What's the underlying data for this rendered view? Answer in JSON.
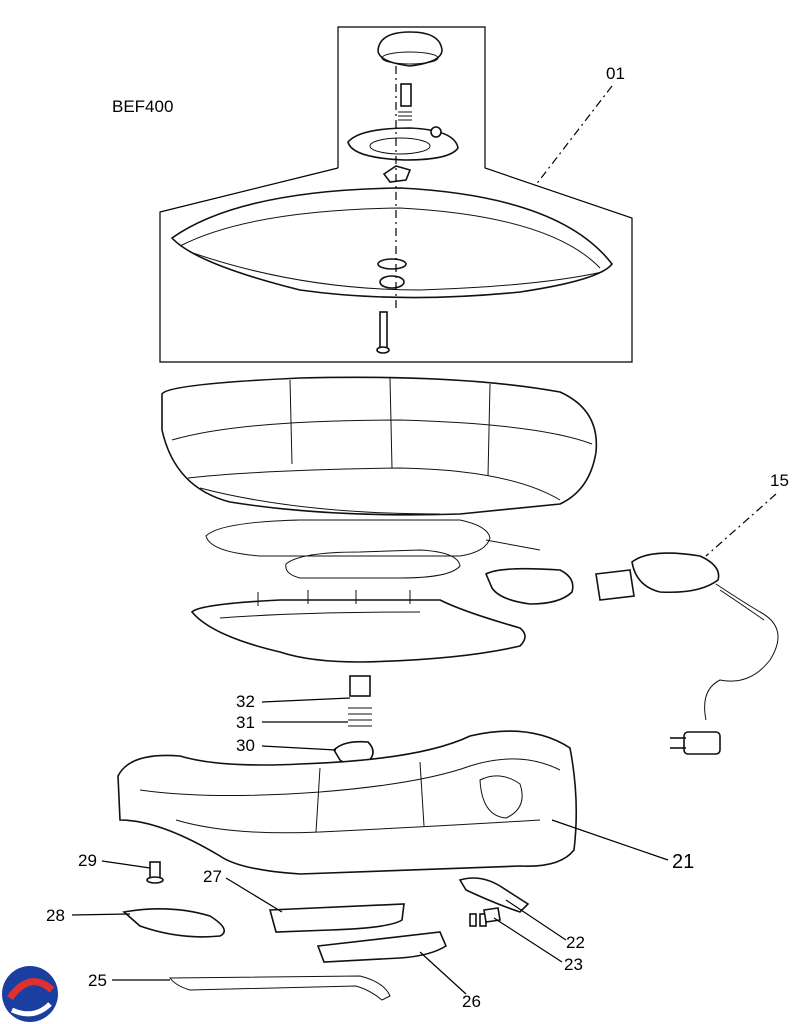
{
  "model": "BEF400",
  "callouts": {
    "c01": "01",
    "c15": "15",
    "c21": "21",
    "c22": "22",
    "c23": "23",
    "c25": "25",
    "c26": "26",
    "c27": "27",
    "c28": "28",
    "c29": "29",
    "c30": "30",
    "c31": "31",
    "c32": "32"
  }
}
